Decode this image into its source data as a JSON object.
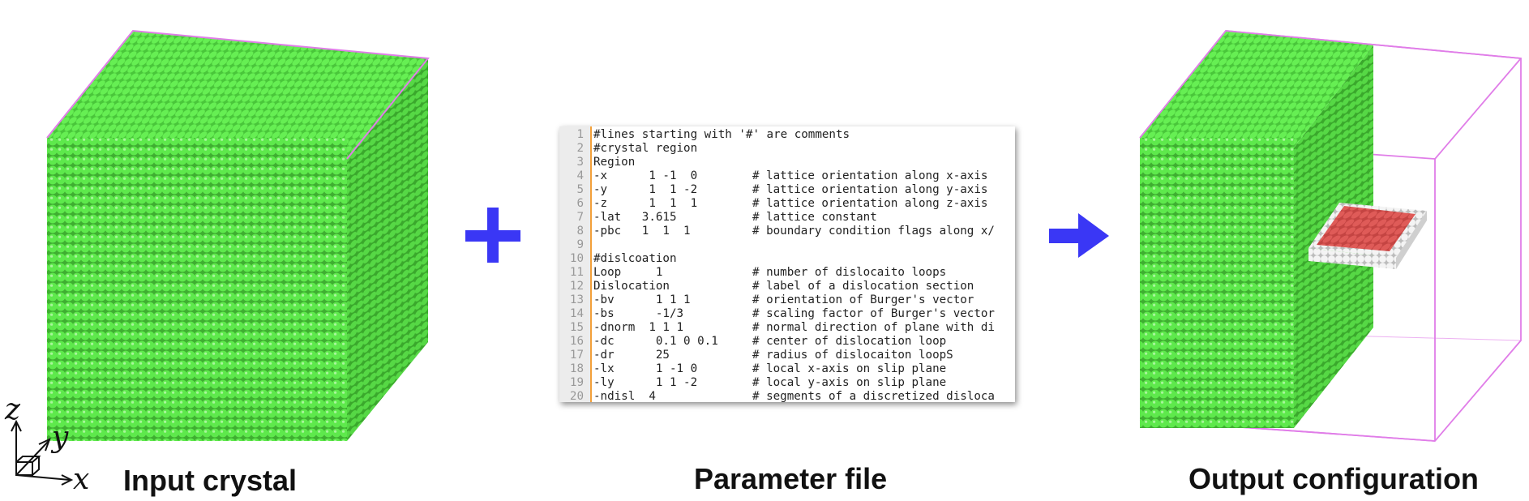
{
  "captions": {
    "input": "Input crystal",
    "parameter": "Parameter file",
    "output": "Output configuration"
  },
  "axes": {
    "x": "x",
    "y": "y",
    "z": "z"
  },
  "colors": {
    "atom_green": "#5dea4a",
    "atom_green_dark": "#3aa82c",
    "loop_red": "#d6504e",
    "loop_white": "#f0f0f0",
    "box_edge": "#e07de8",
    "arrow_blue": "#3a37f5",
    "gutter_accent": "#f3a03a"
  },
  "icons": {
    "plus": "plus-icon",
    "arrow": "right-arrow-icon"
  },
  "parameter_file": {
    "lines": [
      {
        "n": "1",
        "code": "#lines starting with '#' are comments",
        "comment": ""
      },
      {
        "n": "2",
        "code": "#crystal region",
        "comment": ""
      },
      {
        "n": "3",
        "code": "Region",
        "comment": ""
      },
      {
        "n": "4",
        "code": "-x      1 -1  0",
        "comment": "# lattice orientation along x-axis"
      },
      {
        "n": "5",
        "code": "-y      1  1 -2",
        "comment": "# lattice orientation along y-axis"
      },
      {
        "n": "6",
        "code": "-z      1  1  1",
        "comment": "# lattice orientation along z-axis"
      },
      {
        "n": "7",
        "code": "-lat   3.615",
        "comment": "# lattice constant"
      },
      {
        "n": "8",
        "code": "-pbc   1  1  1",
        "comment": "# boundary condition flags along x/"
      },
      {
        "n": "9",
        "code": "",
        "comment": ""
      },
      {
        "n": "10",
        "code": "#dislcoation",
        "comment": ""
      },
      {
        "n": "11",
        "code": "Loop     1",
        "comment": "# number of dislocaito loops"
      },
      {
        "n": "12",
        "code": "Dislocation",
        "comment": "# label of a dislocation section"
      },
      {
        "n": "13",
        "code": "-bv      1 1 1",
        "comment": "# orientation of Burger's vector"
      },
      {
        "n": "14",
        "code": "-bs      -1/3",
        "comment": "# scaling factor of Burger's vector"
      },
      {
        "n": "15",
        "code": "-dnorm  1 1 1",
        "comment": "# normal direction of plane with di"
      },
      {
        "n": "16",
        "code": "-dc      0.1 0 0.1",
        "comment": "# center of dislocation loop"
      },
      {
        "n": "17",
        "code": "-dr      25",
        "comment": "# radius of dislocaiton loopS"
      },
      {
        "n": "18",
        "code": "-lx      1 -1 0",
        "comment": "# local x-axis on slip plane"
      },
      {
        "n": "19",
        "code": "-ly      1 1 -2",
        "comment": "# local y-axis on slip plane"
      },
      {
        "n": "20",
        "code": "-ndisl  4",
        "comment": "# segments of a discretized disloca"
      }
    ]
  }
}
